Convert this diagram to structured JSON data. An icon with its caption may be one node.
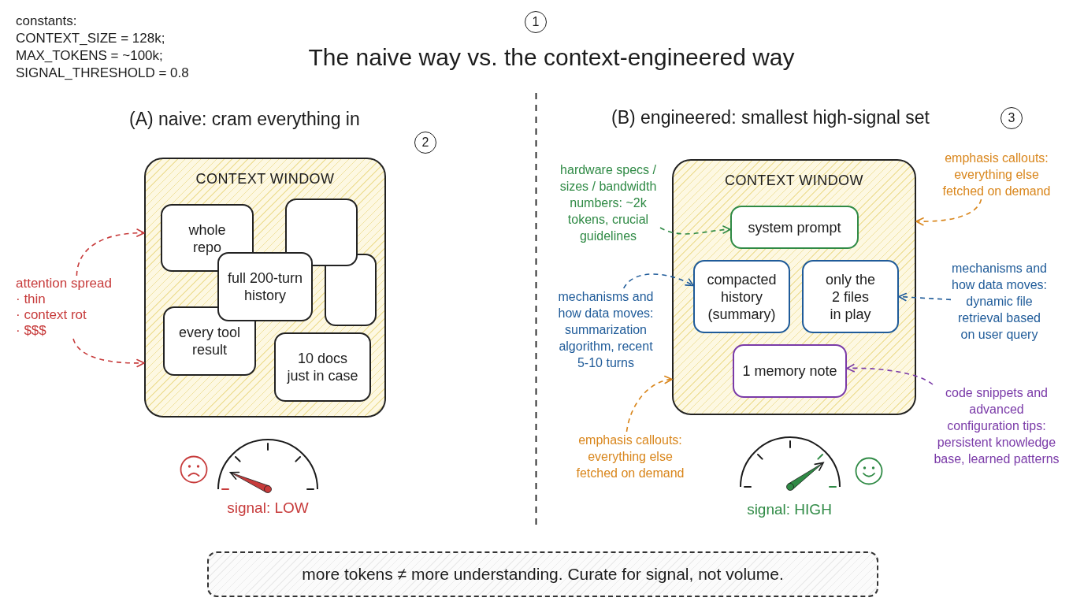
{
  "diagram": {
    "title": "The naive way vs. the context-engineered way",
    "nodes": [
      {
        "text": [
          "CONTEXT WINDOW"
        ]
      },
      {
        "text": [
          "whole repo"
        ],
        "in": 0
      },
      {
        "text": [
          "full 200-turn history"
        ],
        "in": 0
      },
      {
        "text": [
          "every tool result"
        ],
        "in": 0
      },
      {
        "text": [
          "10 docs just in case"
        ],
        "in": 0
      },
      {
        "text": [],
        "shape": "box",
        "in": 0
      },
      {
        "text": [],
        "shape": "box",
        "in": 0
      },
      {
        "text": [
          "attention spread",
          "· thin",
          "· context rot",
          "· $$$"
        ]
      },
      {
        "text": [
          "CONTEXT WINDOW"
        ]
      },
      {
        "text": [
          "system prompt"
        ],
        "in": 8
      },
      {
        "text": [
          "compacted history (summary)"
        ],
        "in": 8
      },
      {
        "text": [
          "only the 2 files in play"
        ],
        "in": 8
      },
      {
        "text": [
          "1 memory note"
        ],
        "in": 8
      },
      {
        "text": [
          "hardware specs / sizes / bandwidth numbers: ~2k tokens, crucial guidelines"
        ]
      },
      {
        "text": [
          "emphasis callouts: everything else fetched on demand"
        ]
      },
      {
        "text": [
          "mechanisms and how data moves: summarization algorithm, recent 5-10 turns"
        ]
      },
      {
        "text": [
          "mechanisms and how data moves: dynamic file retrieval based on user query"
        ]
      },
      {
        "text": [
          "emphasis callouts: everything else fetched on demand"
        ]
      },
      {
        "text": [
          "code snippets and advanced configuration tips: persistent knowledge base, learned patterns"
        ]
      },
      {
        "text": [
          "more tokens ≠ more understanding. Curate for signal, not volume."
        ]
      }
    ],
    "edges": [
      {
        "from": 7,
        "to": 0,
        "arrow": "to",
        "style": "dashed",
        "color": "#c73b3b"
      },
      {
        "from": 7,
        "to": 0,
        "arrow": "to",
        "style": "dashed",
        "color": "#c73b3b"
      },
      {
        "from": 13,
        "to": 9,
        "arrow": "to",
        "style": "dashed",
        "color": "#2f8a45"
      },
      {
        "from": 14,
        "to": 8,
        "arrow": "to",
        "style": "dashed",
        "color": "#d9861c"
      },
      {
        "from": 15,
        "to": 10,
        "arrow": "to",
        "style": "dashed",
        "color": "#1f5b99"
      },
      {
        "from": 16,
        "to": 11,
        "arrow": "to",
        "style": "dashed",
        "color": "#1f5b99"
      },
      {
        "from": 17,
        "to": 8,
        "arrow": "to",
        "style": "dashed",
        "color": "#d9861c"
      },
      {
        "from": 18,
        "to": 12,
        "arrow": "to",
        "style": "dashed",
        "color": "#7a3aa8"
      }
    ],
    "labels": [
      "constants:",
      "CONTEXT_SIZE = 128k;",
      "MAX_TOKENS = ~100k;",
      "SIGNAL_THRESHOLD = 0.8",
      "1",
      "(A) naive: cram everything in",
      "(B) engineered: smallest high-signal set",
      "3",
      "2",
      "signal: LOW",
      "signal: HIGH"
    ]
  }
}
